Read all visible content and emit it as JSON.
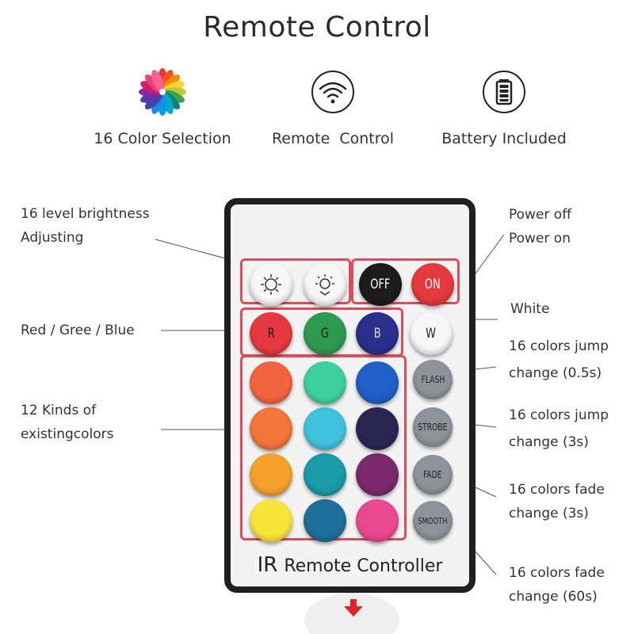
{
  "title": "Remote Control",
  "features": [
    {
      "label": "16 Color Selection",
      "icon": "color-wheel-icon"
    },
    {
      "label": "Remote  Control",
      "icon": "wifi-signal-icon"
    },
    {
      "label": "Battery Included",
      "icon": "battery-icon"
    }
  ],
  "callouts": {
    "brightness": [
      "16 level brightness",
      "Adjusting"
    ],
    "power": [
      "Power off",
      "Power on"
    ],
    "rgb": "Red / Gree / Blue",
    "white": "White",
    "colors12": [
      "12 Kinds of",
      "existingcolors"
    ],
    "flash": [
      "16 colors jump",
      "change (0.5s)"
    ],
    "strobe": [
      "16 colors jump",
      "change (3s)"
    ],
    "fade": [
      "16 colors fade",
      "change (3s)"
    ],
    "smooth": [
      "16 colors fade",
      "change (60s)"
    ]
  },
  "remote": {
    "ir": "IR",
    "label": "Remote Controller",
    "buttons": {
      "off": "OFF",
      "on": "ON",
      "r": "R",
      "g": "G",
      "b": "B",
      "w": "W",
      "flash": "FLASH",
      "strobe": "STROBE",
      "fade": "FADE",
      "smooth": "SMOOTH"
    },
    "colors": {
      "frame": "#e04b5a",
      "red": "#e5393f",
      "green": "#2e9a4f",
      "blue": "#2a2f8c",
      "grid": [
        [
          "#f1643f",
          "#3fcf9f",
          "#1f5fc8"
        ],
        [
          "#f2763b",
          "#3fc2dc",
          "#2b2553"
        ],
        [
          "#f5a12c",
          "#1b9aa8",
          "#7a2a6b"
        ],
        [
          "#f8e53a",
          "#1f6f9c",
          "#e9498f"
        ]
      ]
    }
  }
}
